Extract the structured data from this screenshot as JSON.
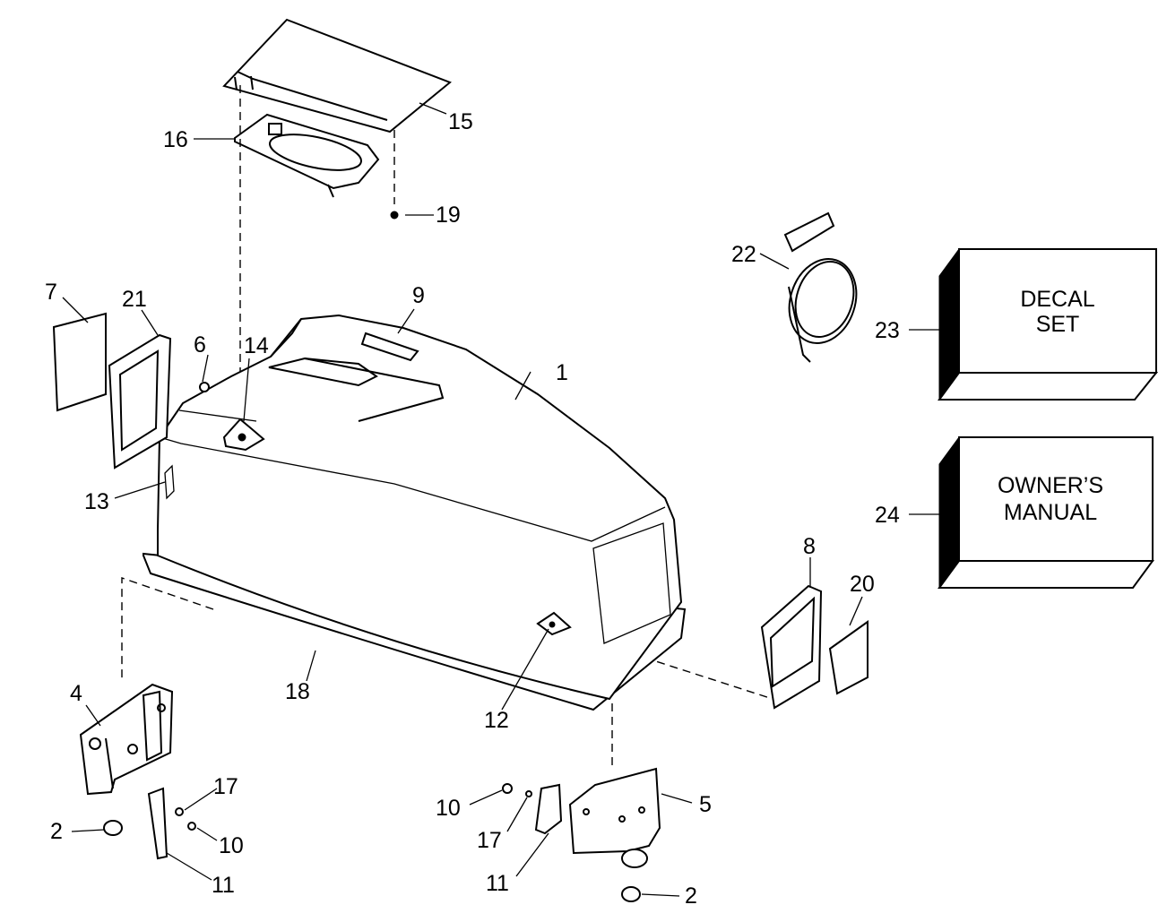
{
  "diagram": {
    "callouts": {
      "c1": "1",
      "c2a": "2",
      "c2b": "2",
      "c4": "4",
      "c5": "5",
      "c6": "6",
      "c7": "7",
      "c8": "8",
      "c9": "9",
      "c10a": "10",
      "c10b": "10",
      "c11a": "11",
      "c11b": "11",
      "c12": "12",
      "c13": "13",
      "c14": "14",
      "c15": "15",
      "c16": "16",
      "c17a": "17",
      "c17b": "17",
      "c18": "18",
      "c19": "19",
      "c20": "20",
      "c21": "21",
      "c22": "22",
      "c23": "23",
      "c24": "24"
    },
    "boxes": {
      "decal_line1": "DECAL",
      "decal_line2": "SET",
      "manual_line1": "OWNER’S",
      "manual_line2": "MANUAL"
    }
  }
}
